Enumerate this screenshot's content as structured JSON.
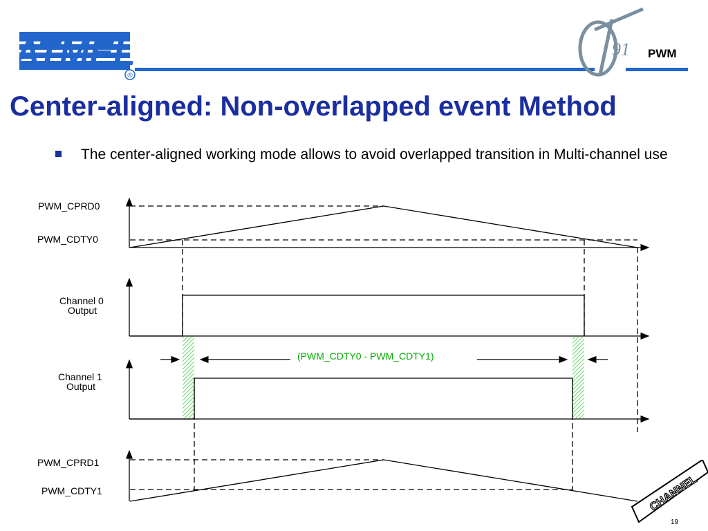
{
  "header": {
    "logo_text": "ATMEL",
    "logo_reg": "®",
    "section": "PWM",
    "brand_color": "#2266cc"
  },
  "title": "Center-aligned: Non-overlapped event Method",
  "bullet": {
    "text": "The center-aligned working mode allows to avoid overlapped transition in Multi-channel use"
  },
  "diagram": {
    "labels": {
      "cprd0": "PWM_CPRD0",
      "cdty0": "PWM_CDTY0",
      "ch0_line1": "Channel 0",
      "ch0_line2": "Output",
      "ch1_line1": "Channel 1",
      "ch1_line2": "Output",
      "cprd1": "PWM_CPRD1",
      "cdty1": "PWM_CDTY1",
      "difference": "(PWM_CDTY0 - PWM_CDTY1)"
    },
    "colors": {
      "line": "#000000",
      "hatch": "#33cc33",
      "difference": "#00aa00"
    }
  },
  "stamp_text": "CHANNEL",
  "page_number": "19"
}
